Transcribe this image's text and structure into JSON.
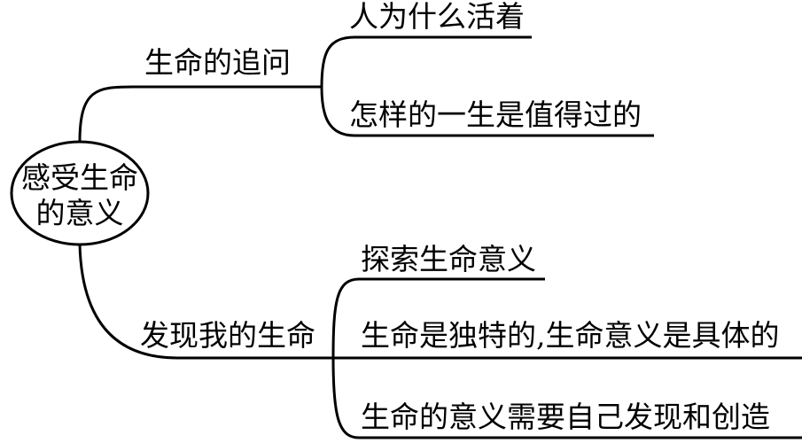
{
  "root": {
    "line1": "感受生命",
    "line2": "的意义"
  },
  "branches": [
    {
      "label": "生命的追问",
      "children": [
        "人为什么活着",
        "怎样的一生是值得过的"
      ]
    },
    {
      "label": "发现我的生命",
      "children": [
        "探索生命意义",
        "生命是独特的,生命意义是具体的",
        "生命的意义需要自己发现和创造"
      ]
    }
  ]
}
